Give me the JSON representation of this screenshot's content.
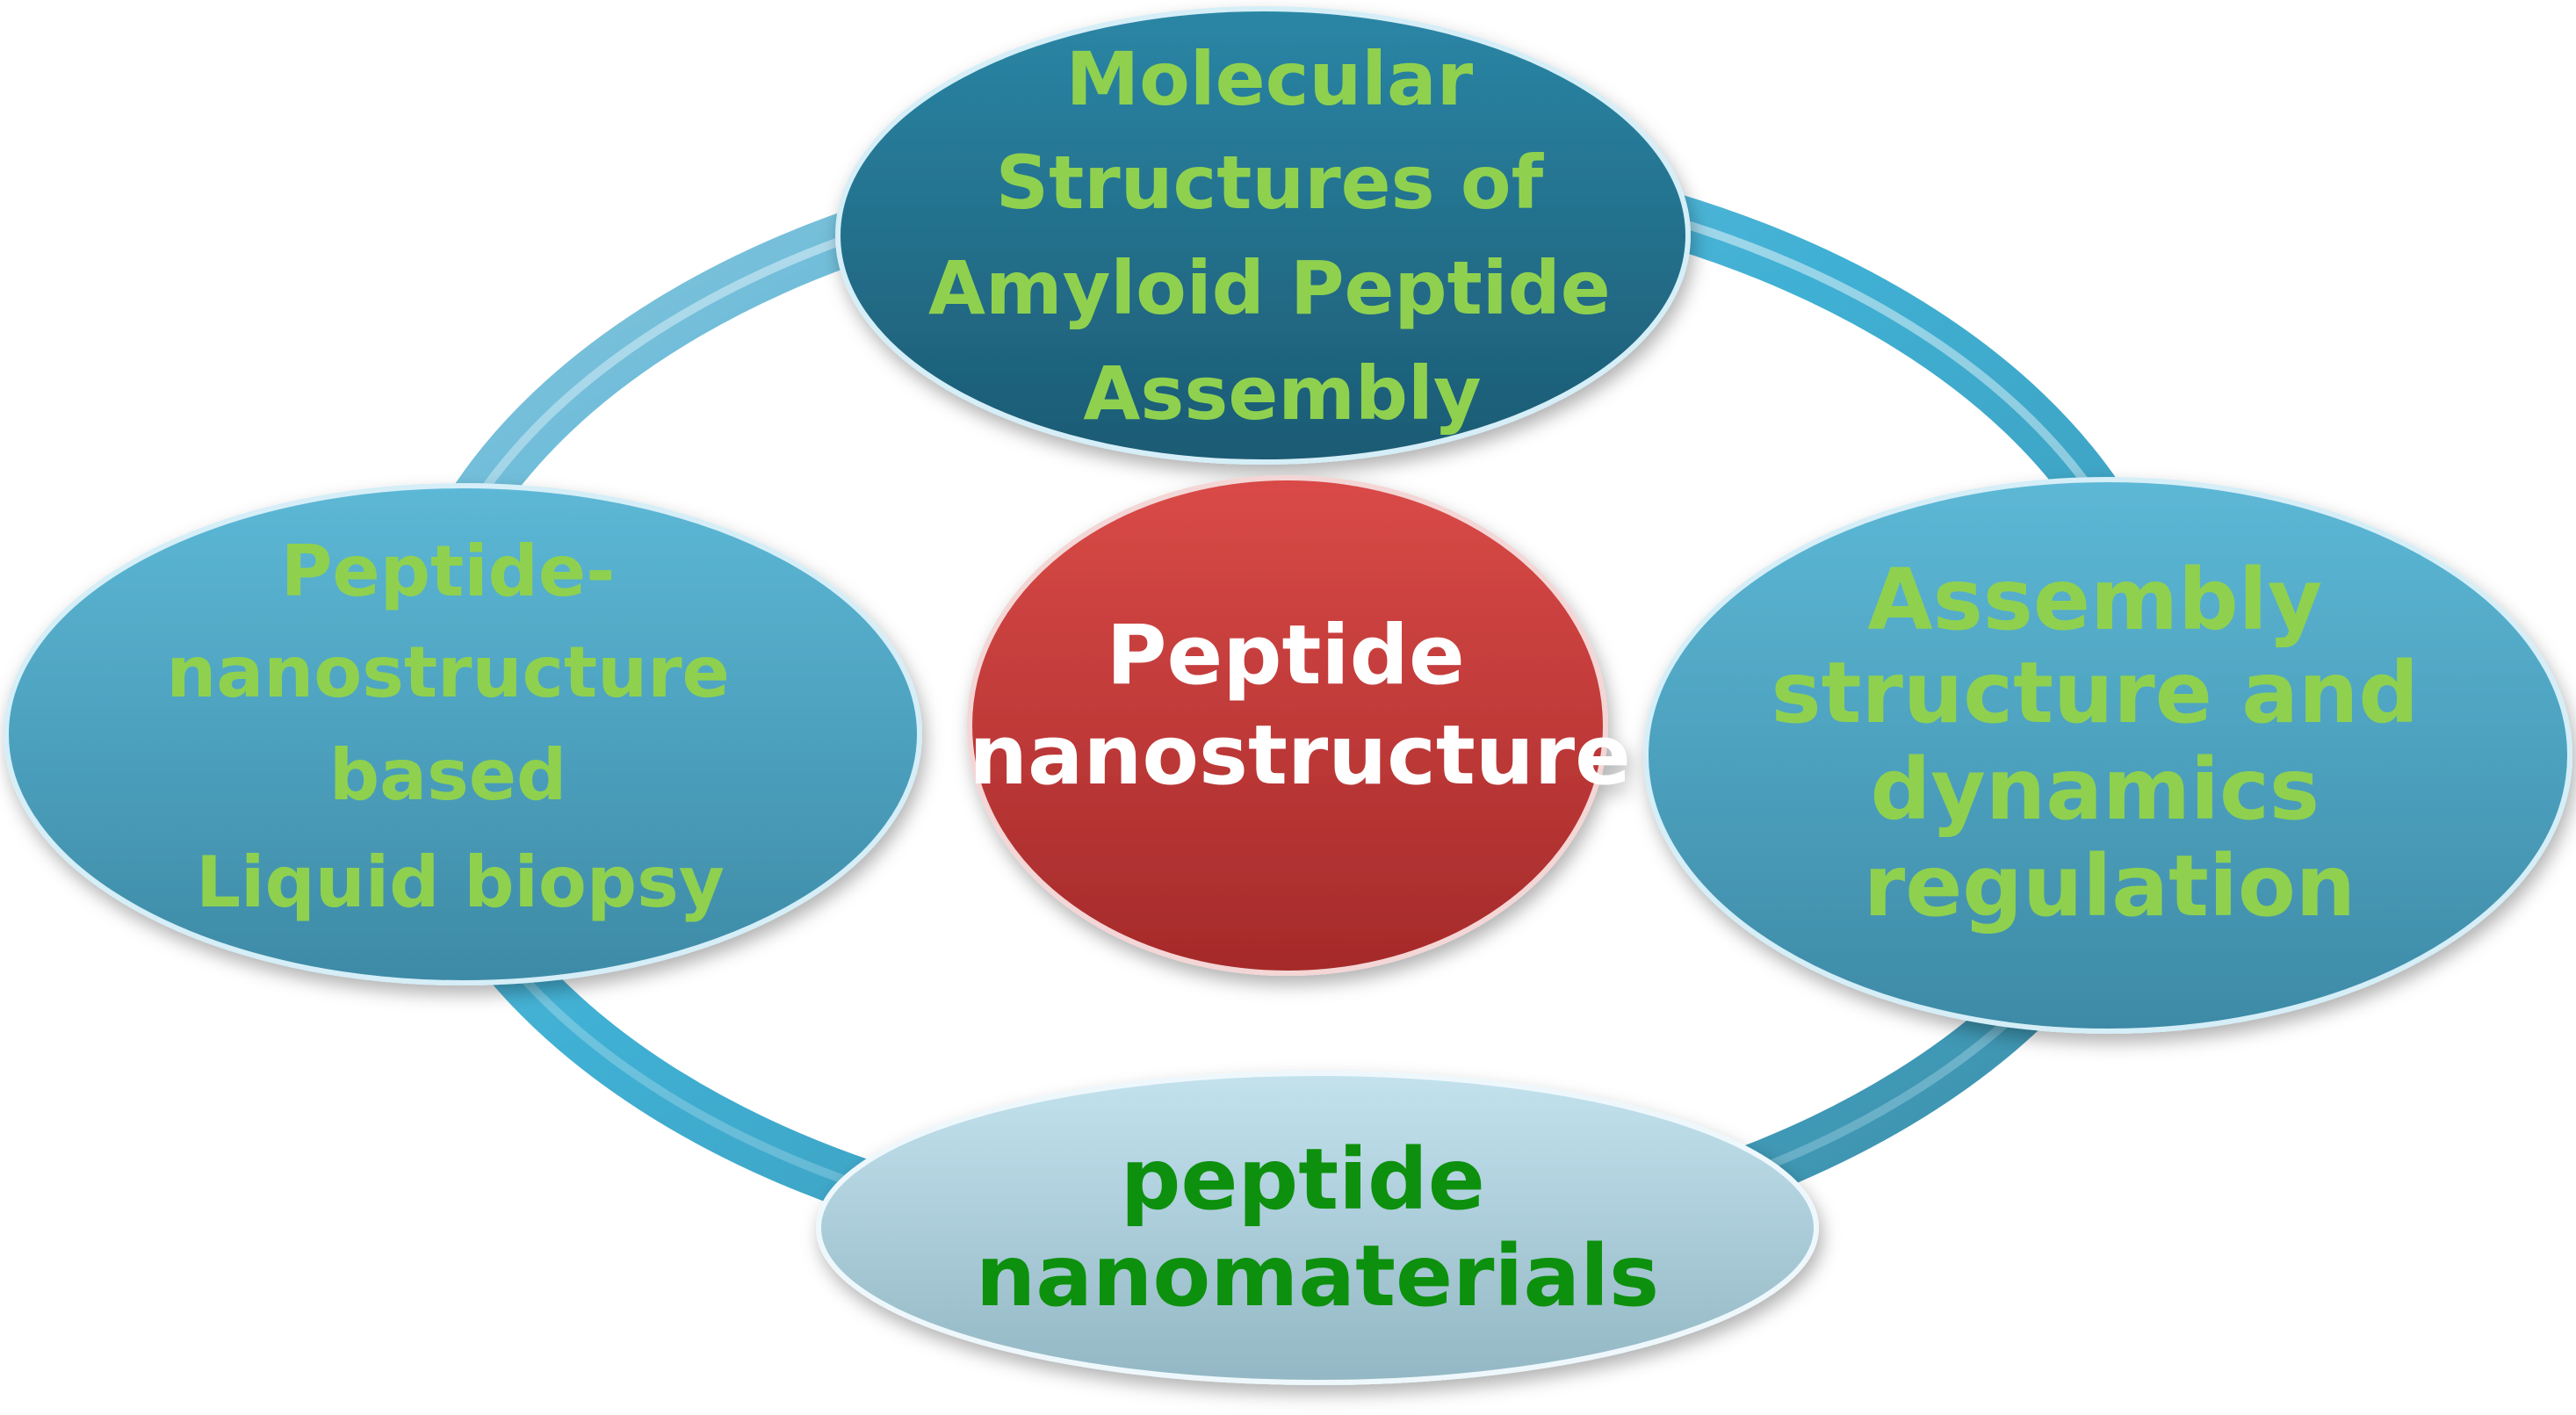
{
  "diagram": {
    "center": {
      "lines": [
        "Peptide",
        "nanostructure"
      ],
      "text_color": "#ffffff",
      "fill_color": "#c23a38"
    },
    "top": {
      "lines": [
        "Molecular",
        "Structures of",
        "Amyloid Peptide",
        "Assembly"
      ],
      "text_color": "#8fd14f",
      "fill_color": "#236c86"
    },
    "left": {
      "lines": [
        "Peptide-",
        "nanostructure",
        "based",
        "Liquid biopsy"
      ],
      "text_color": "#8fd14f",
      "fill_color": "#4aa3c2"
    },
    "right": {
      "lines": [
        "Assembly",
        "structure and",
        "dynamics",
        "regulation"
      ],
      "text_color": "#8fd14f",
      "fill_color": "#4aa3c2"
    },
    "bottom": {
      "lines": [
        "peptide",
        "nanomaterials"
      ],
      "text_color": "#0f9010",
      "fill_color": "#a9cfde"
    },
    "ring_color": "#3ea8c8"
  }
}
